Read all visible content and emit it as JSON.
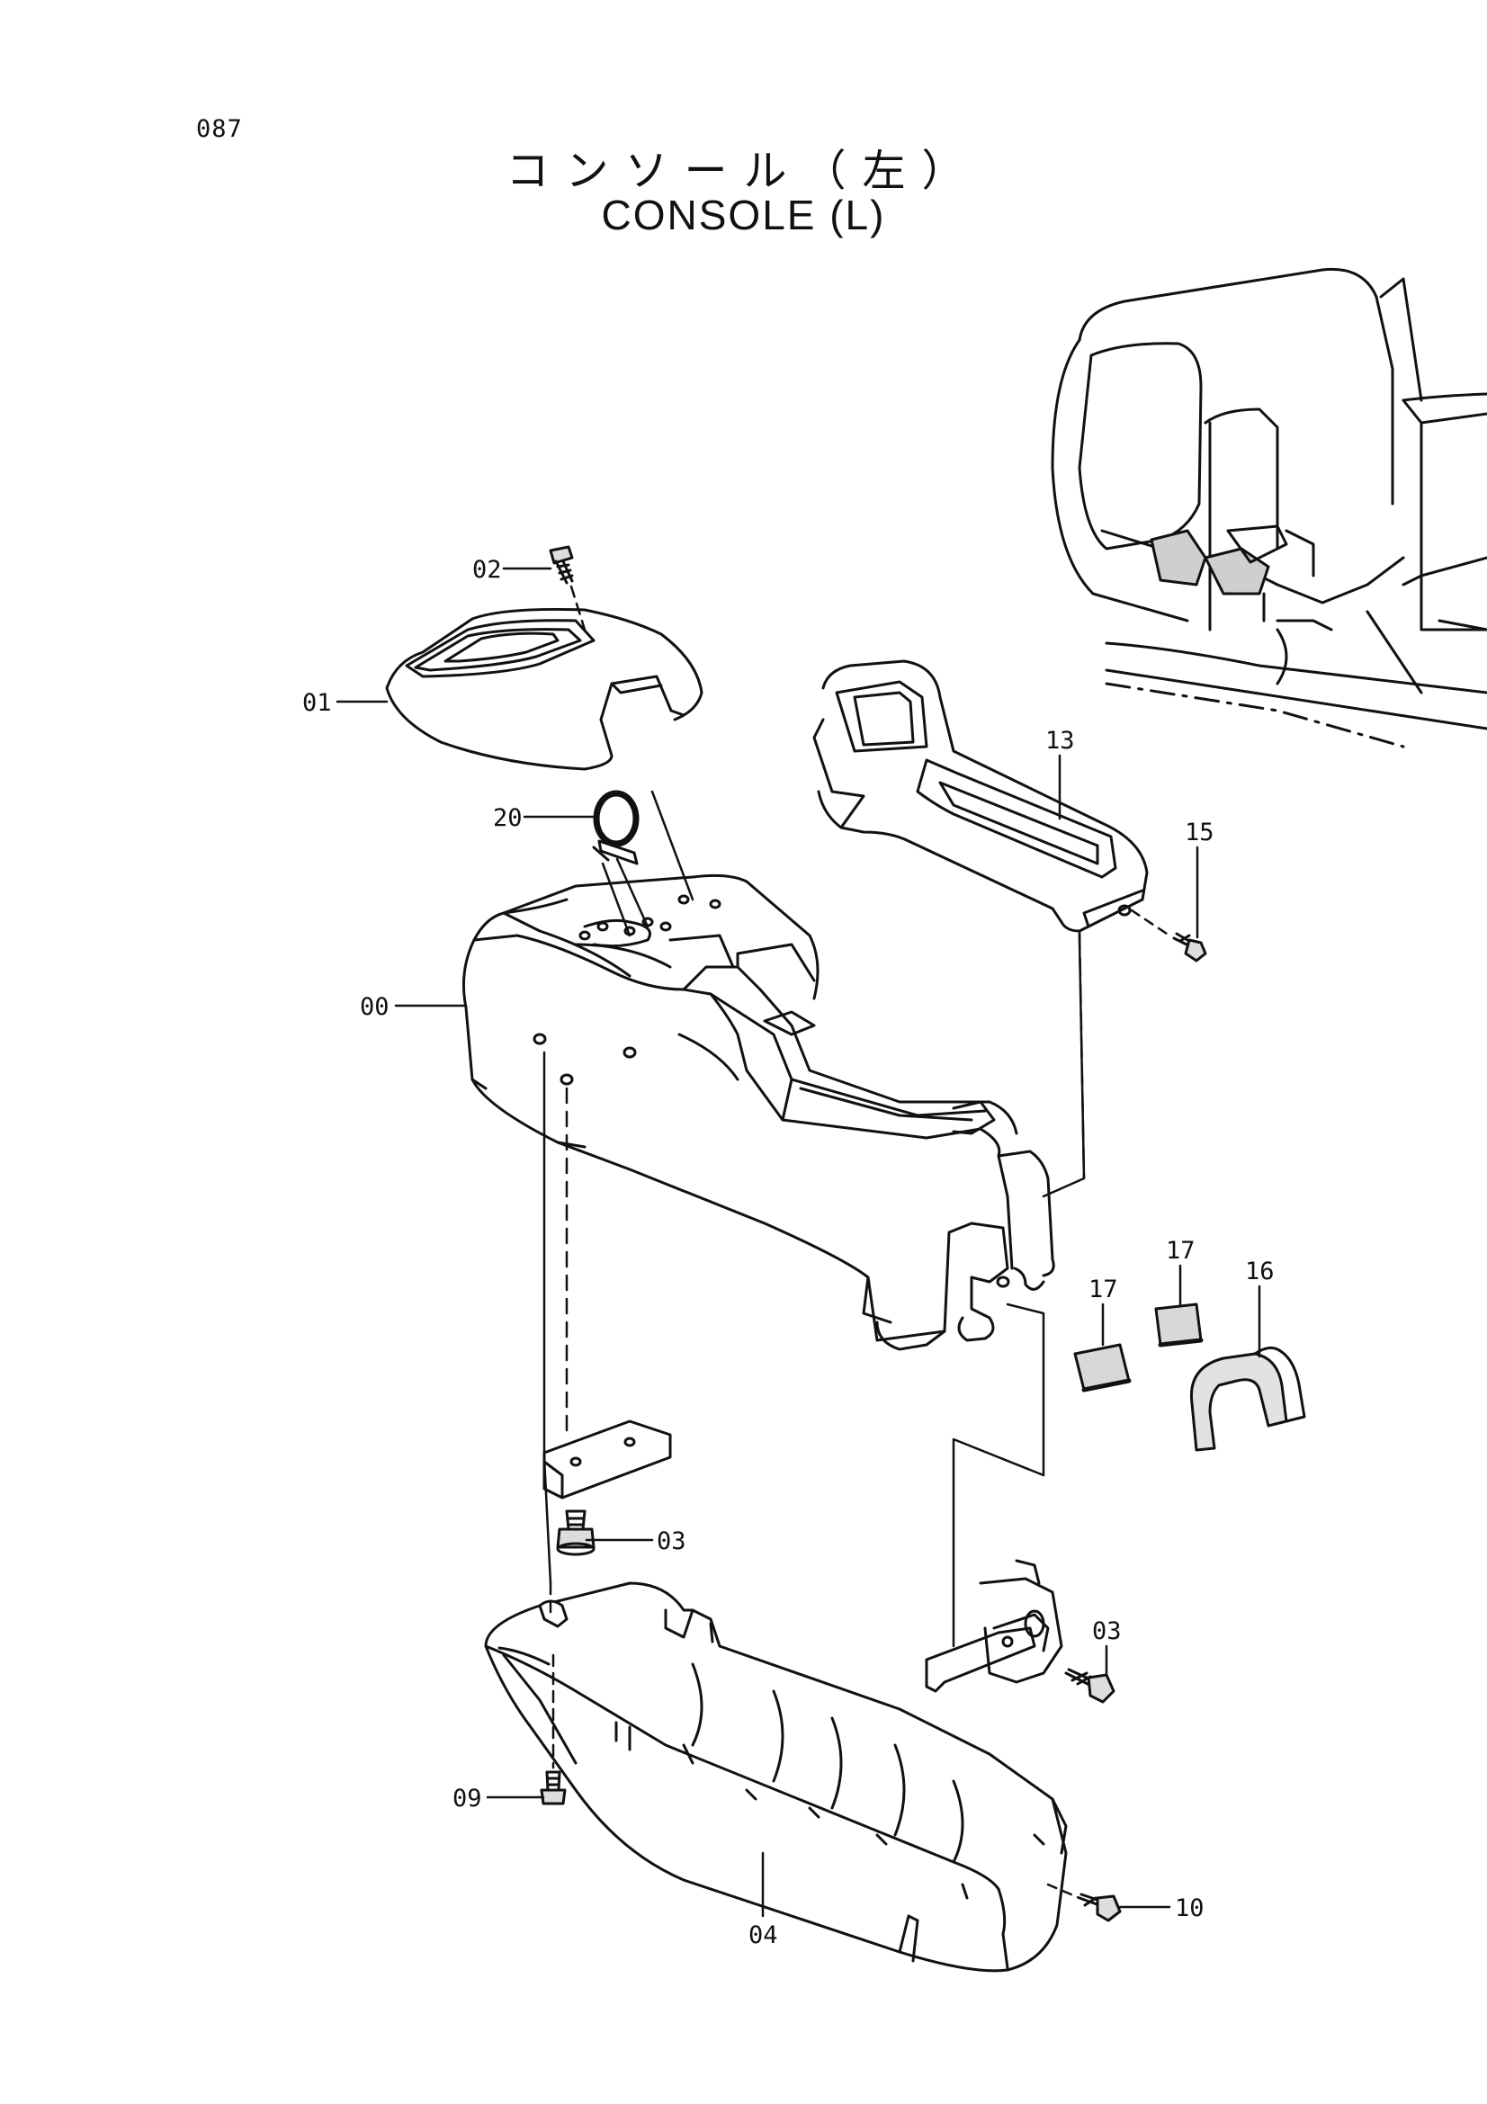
{
  "page": {
    "number": "087"
  },
  "title": {
    "japanese": "コンソール（左）",
    "english": "CONSOLE (L)"
  },
  "callouts": [
    {
      "id": "02",
      "label": "02"
    },
    {
      "id": "01",
      "label": "01"
    },
    {
      "id": "20",
      "label": "20"
    },
    {
      "id": "00",
      "label": "00"
    },
    {
      "id": "13",
      "label": "13"
    },
    {
      "id": "15",
      "label": "15"
    },
    {
      "id": "17a",
      "label": "17"
    },
    {
      "id": "17b",
      "label": "17"
    },
    {
      "id": "16",
      "label": "16"
    },
    {
      "id": "03a",
      "label": "03"
    },
    {
      "id": "03b",
      "label": "03"
    },
    {
      "id": "09",
      "label": "09"
    },
    {
      "id": "04",
      "label": "04"
    },
    {
      "id": "10",
      "label": "10"
    }
  ]
}
